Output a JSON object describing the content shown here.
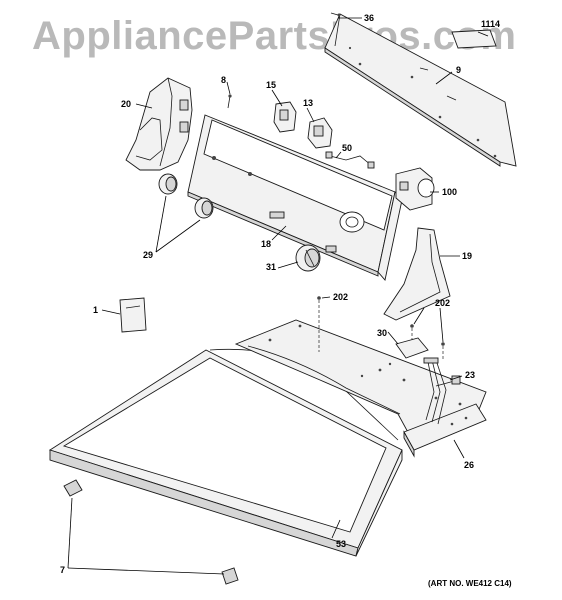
{
  "watermark": "AppliancePartsPros.com",
  "art_number": "(ART NO. WE412 C14)",
  "callouts": {
    "c36": "36",
    "c1114": "1114",
    "c9": "9",
    "c8": "8",
    "c15": "15",
    "c13": "13",
    "c20": "20",
    "c50": "50",
    "c100": "100",
    "c29": "29",
    "c18": "18",
    "c19": "19",
    "c31": "31",
    "c1": "1",
    "c202a": "202",
    "c202b": "202",
    "c30": "30",
    "c23": "23",
    "c26": "26",
    "c53": "53",
    "c7": "7"
  }
}
